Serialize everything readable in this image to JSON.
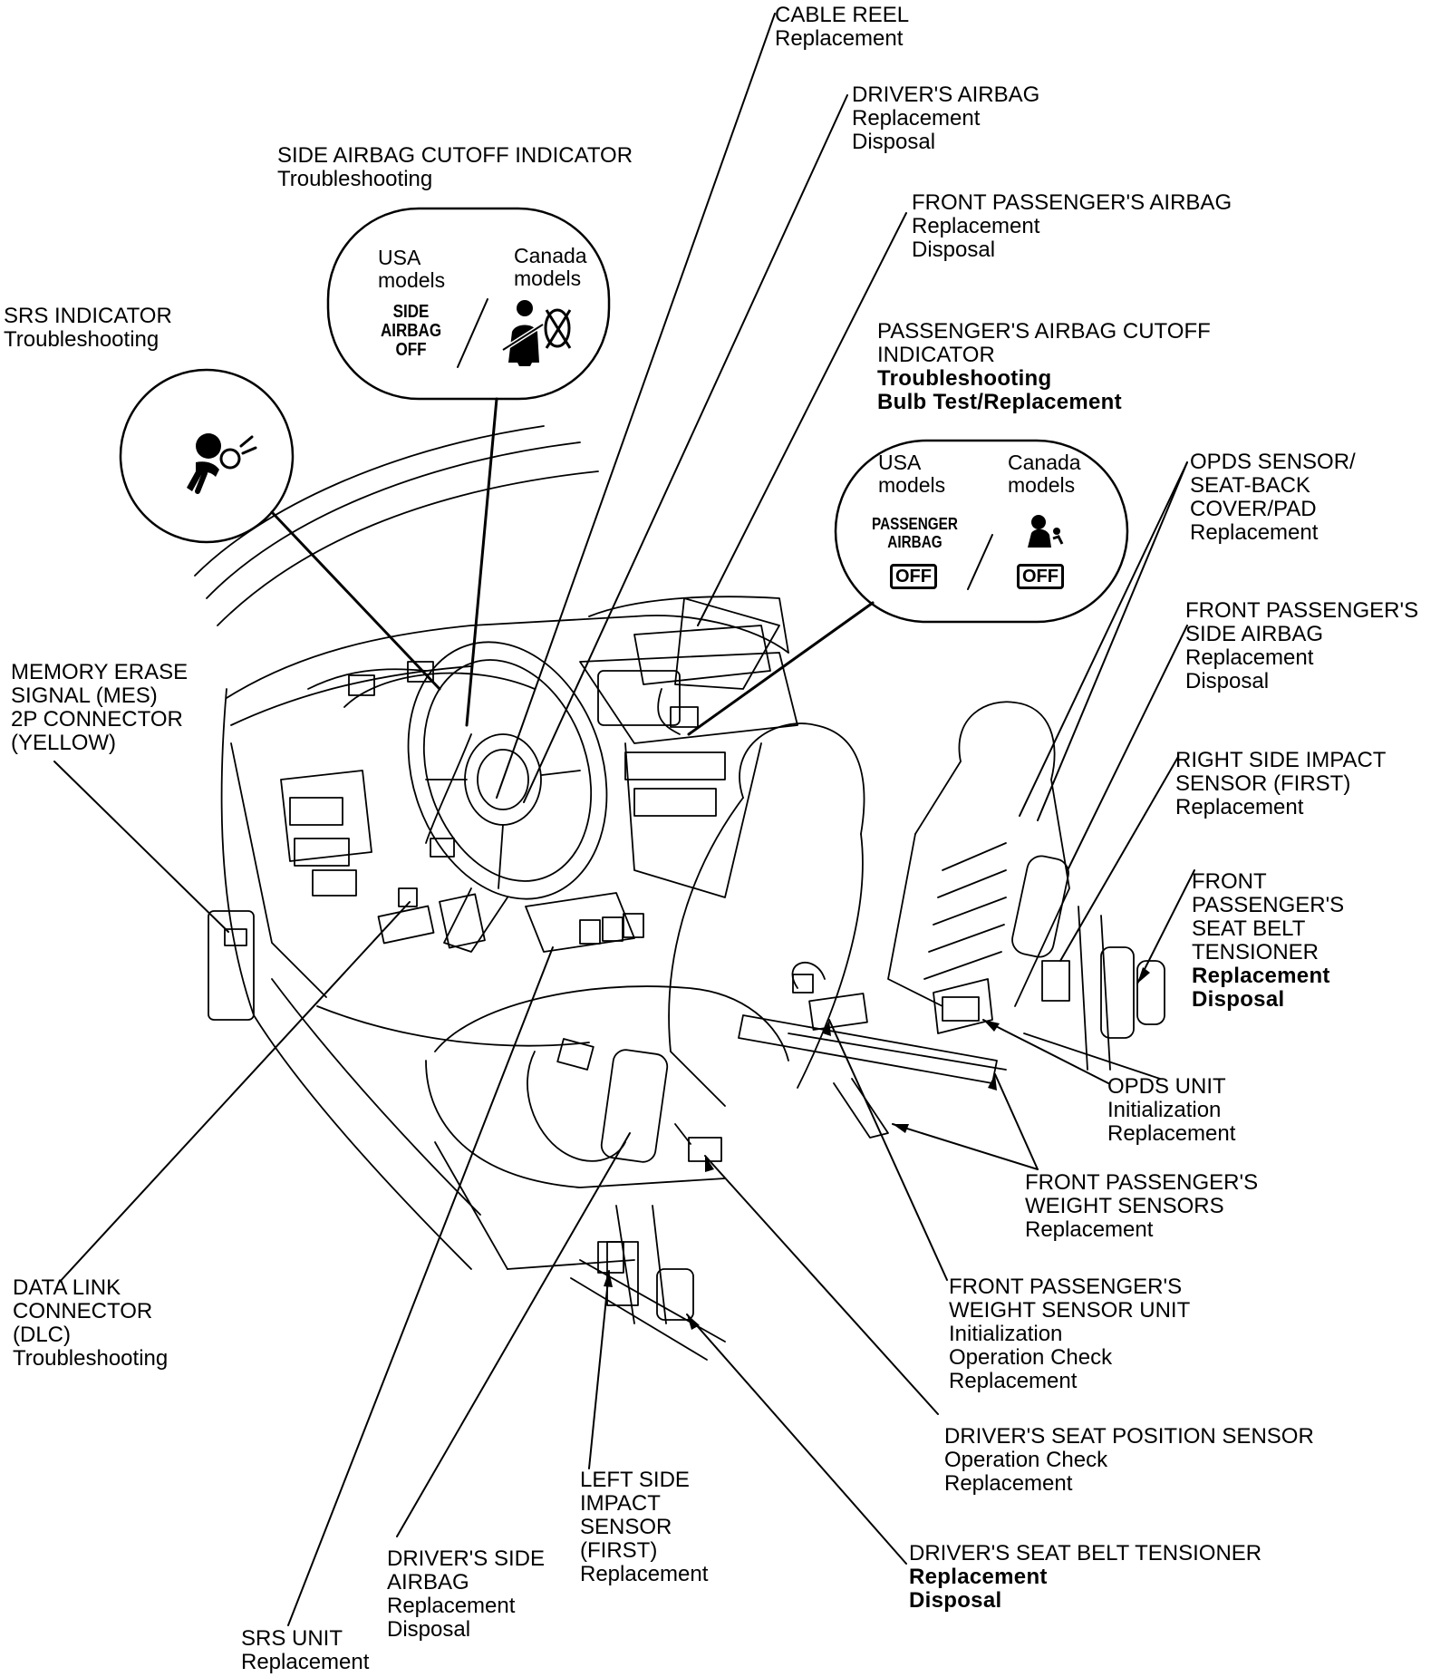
{
  "diagram": {
    "callouts": [
      {
        "id": "cable-reel",
        "lines": [
          {
            "t": "CABLE REEL"
          },
          {
            "t": "Replacement"
          }
        ]
      },
      {
        "id": "drivers-airbag",
        "lines": [
          {
            "t": "DRIVER'S AIRBAG"
          },
          {
            "t": "Replacement"
          },
          {
            "t": "Disposal"
          }
        ]
      },
      {
        "id": "front-passengers-airbag",
        "lines": [
          {
            "t": "FRONT PASSENGER'S AIRBAG"
          },
          {
            "t": "Replacement"
          },
          {
            "t": "Disposal"
          }
        ]
      },
      {
        "id": "side-airbag-cutoff-indicator",
        "lines": [
          {
            "t": "SIDE AIRBAG CUTOFF INDICATOR"
          },
          {
            "t": "Troubleshooting"
          }
        ]
      },
      {
        "id": "srs-indicator",
        "lines": [
          {
            "t": "SRS INDICATOR"
          },
          {
            "t": "Troubleshooting"
          }
        ]
      },
      {
        "id": "passengers-airbag-cutoff-indicator",
        "lines": [
          {
            "t": "PASSENGER'S AIRBAG CUTOFF"
          },
          {
            "t": "INDICATOR"
          },
          {
            "t": "Troubleshooting",
            "bold": true
          },
          {
            "t": "Bulb Test/Replacement",
            "bold": true
          }
        ]
      },
      {
        "id": "opds-sensor",
        "lines": [
          {
            "t": "OPDS SENSOR/"
          },
          {
            "t": "SEAT-BACK"
          },
          {
            "t": " COVER/PAD"
          },
          {
            "t": "Replacement"
          }
        ]
      },
      {
        "id": "front-passengers-side-airbag",
        "lines": [
          {
            "t": "FRONT PASSENGER'S"
          },
          {
            "t": "SIDE AIRBAG"
          },
          {
            "t": "Replacement"
          },
          {
            "t": "Disposal"
          }
        ]
      },
      {
        "id": "memory-erase-signal",
        "lines": [
          {
            "t": "MEMORY ERASE"
          },
          {
            "t": "SIGNAL (MES)"
          },
          {
            "t": "2P CONNECTOR"
          },
          {
            "t": "(YELLOW)"
          }
        ]
      },
      {
        "id": "right-side-impact-sensor",
        "lines": [
          {
            "t": "RIGHT SIDE IMPACT"
          },
          {
            "t": "SENSOR (FIRST)"
          },
          {
            "t": "Replacement"
          }
        ]
      },
      {
        "id": "front-passengers-seat-belt-tensioner",
        "lines": [
          {
            "t": "FRONT"
          },
          {
            "t": "PASSENGER'S"
          },
          {
            "t": "SEAT BELT"
          },
          {
            "t": "TENSIONER"
          },
          {
            "t": "Replacement",
            "bold": true
          },
          {
            "t": "Disposal",
            "bold": true
          }
        ]
      },
      {
        "id": "opds-unit",
        "lines": [
          {
            "t": "OPDS UNIT"
          },
          {
            "t": "Initialization"
          },
          {
            "t": "Replacement"
          }
        ]
      },
      {
        "id": "front-passengers-weight-sensors",
        "lines": [
          {
            "t": "FRONT PASSENGER'S"
          },
          {
            "t": "WEIGHT SENSORS"
          },
          {
            "t": "Replacement"
          }
        ]
      },
      {
        "id": "data-link-connector",
        "lines": [
          {
            "t": "DATA LINK"
          },
          {
            "t": "CONNECTOR"
          },
          {
            "t": "(DLC)"
          },
          {
            "t": "Troubleshooting"
          }
        ]
      },
      {
        "id": "front-passengers-weight-sensor-unit",
        "lines": [
          {
            "t": "FRONT PASSENGER'S"
          },
          {
            "t": "WEIGHT SENSOR UNIT"
          },
          {
            "t": "Initialization"
          },
          {
            "t": "Operation Check"
          },
          {
            "t": "Replacement"
          }
        ]
      },
      {
        "id": "drivers-seat-position-sensor",
        "lines": [
          {
            "t": "DRIVER'S SEAT POSITION SENSOR"
          },
          {
            "t": "Operation Check"
          },
          {
            "t": "Replacement"
          }
        ]
      },
      {
        "id": "left-side-impact-sensor",
        "lines": [
          {
            "t": "LEFT SIDE"
          },
          {
            "t": "IMPACT"
          },
          {
            "t": "SENSOR"
          },
          {
            "t": "(FIRST)"
          },
          {
            "t": "Replacement"
          }
        ]
      },
      {
        "id": "drivers-side-airbag",
        "lines": [
          {
            "t": "DRIVER'S SIDE"
          },
          {
            "t": "AIRBAG"
          },
          {
            "t": "Replacement"
          },
          {
            "t": "Disposal"
          }
        ]
      },
      {
        "id": "drivers-seat-belt-tensioner",
        "lines": [
          {
            "t": "DRIVER'S SEAT BELT TENSIONER"
          },
          {
            "t": "Replacement",
            "bold": true
          },
          {
            "t": "Disposal",
            "bold": true
          }
        ]
      },
      {
        "id": "srs-unit",
        "lines": [
          {
            "t": "SRS UNIT"
          },
          {
            "t": "Replacement"
          }
        ]
      }
    ],
    "side_cutoff_bubble": {
      "usa_label": [
        "USA",
        "models"
      ],
      "canada_label": [
        "Canada",
        "models"
      ],
      "usa_lamp": [
        "SIDE",
        "AIRBAG",
        "OFF"
      ]
    },
    "passenger_cutoff_bubble": {
      "usa_label": [
        "USA",
        "models"
      ],
      "canada_label": [
        "Canada",
        "models"
      ],
      "usa_lamp": [
        "PASSENGER",
        "AIRBAG"
      ],
      "off_label": "OFF"
    },
    "icons": {
      "srs": "airbag-person-icon",
      "side_cutoff": "seat-belt-airbag-off-icon",
      "passenger_cutoff": "child-seat-airbag-icon"
    }
  }
}
